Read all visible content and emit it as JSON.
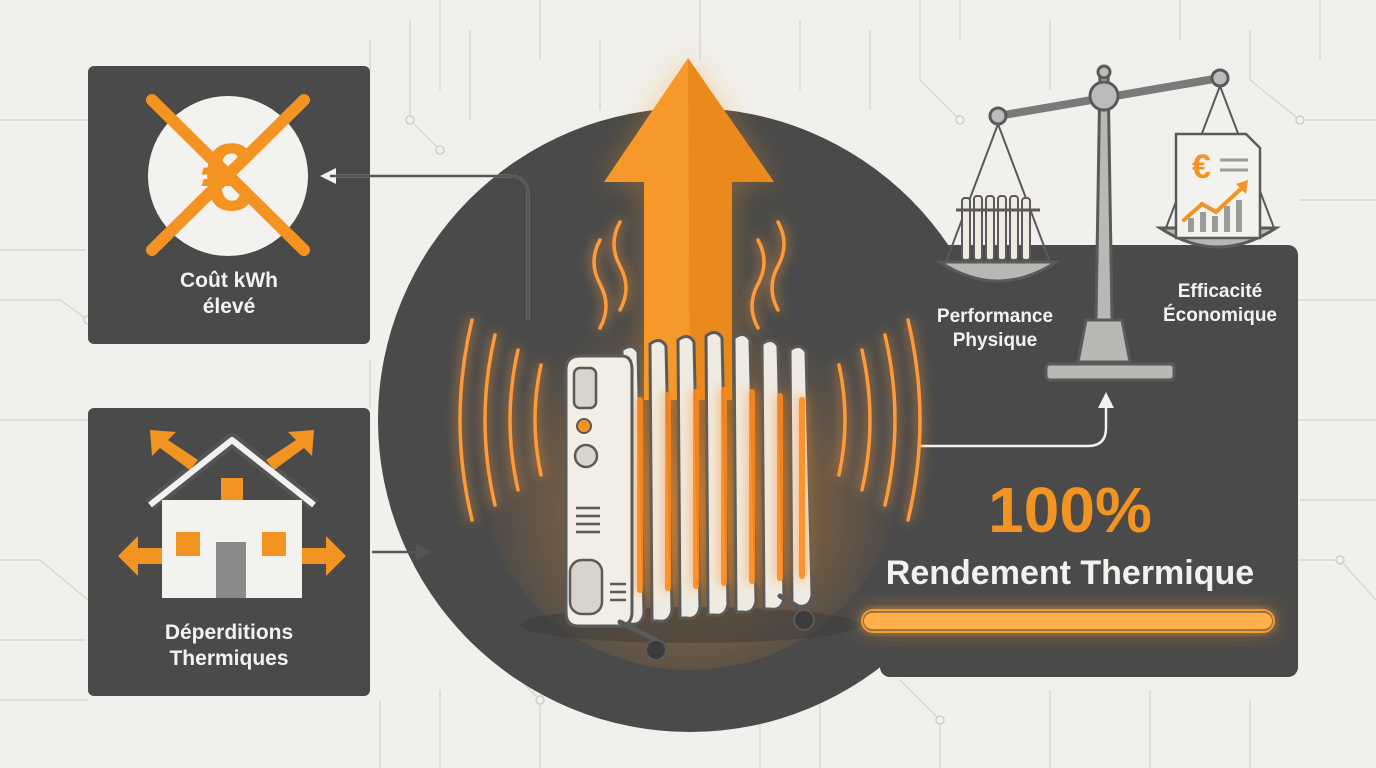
{
  "colors": {
    "orange": "#f39422",
    "dark_panel": "#4a4a4a",
    "background": "#f1f0ec",
    "text_light": "#f3f2ee"
  },
  "icons": [
    "euro-crossed-icon",
    "house-heat-loss-icon",
    "radiator-icon",
    "heat-arrow-icon",
    "balance-scale-icon",
    "report-chart-icon"
  ],
  "cost_card": {
    "line1": "Coût kWh",
    "line2": "élevé"
  },
  "loss_card": {
    "line1": "Déperditions",
    "line2": "Thermiques"
  },
  "scale": {
    "left_label_line1": "Performance",
    "left_label_line2": "Physique",
    "right_label_line1": "Efficacité",
    "right_label_line2": "Économique"
  },
  "yield": {
    "percent": "100%",
    "label": "Rendement Thermique",
    "bar_fill": 1.0
  }
}
